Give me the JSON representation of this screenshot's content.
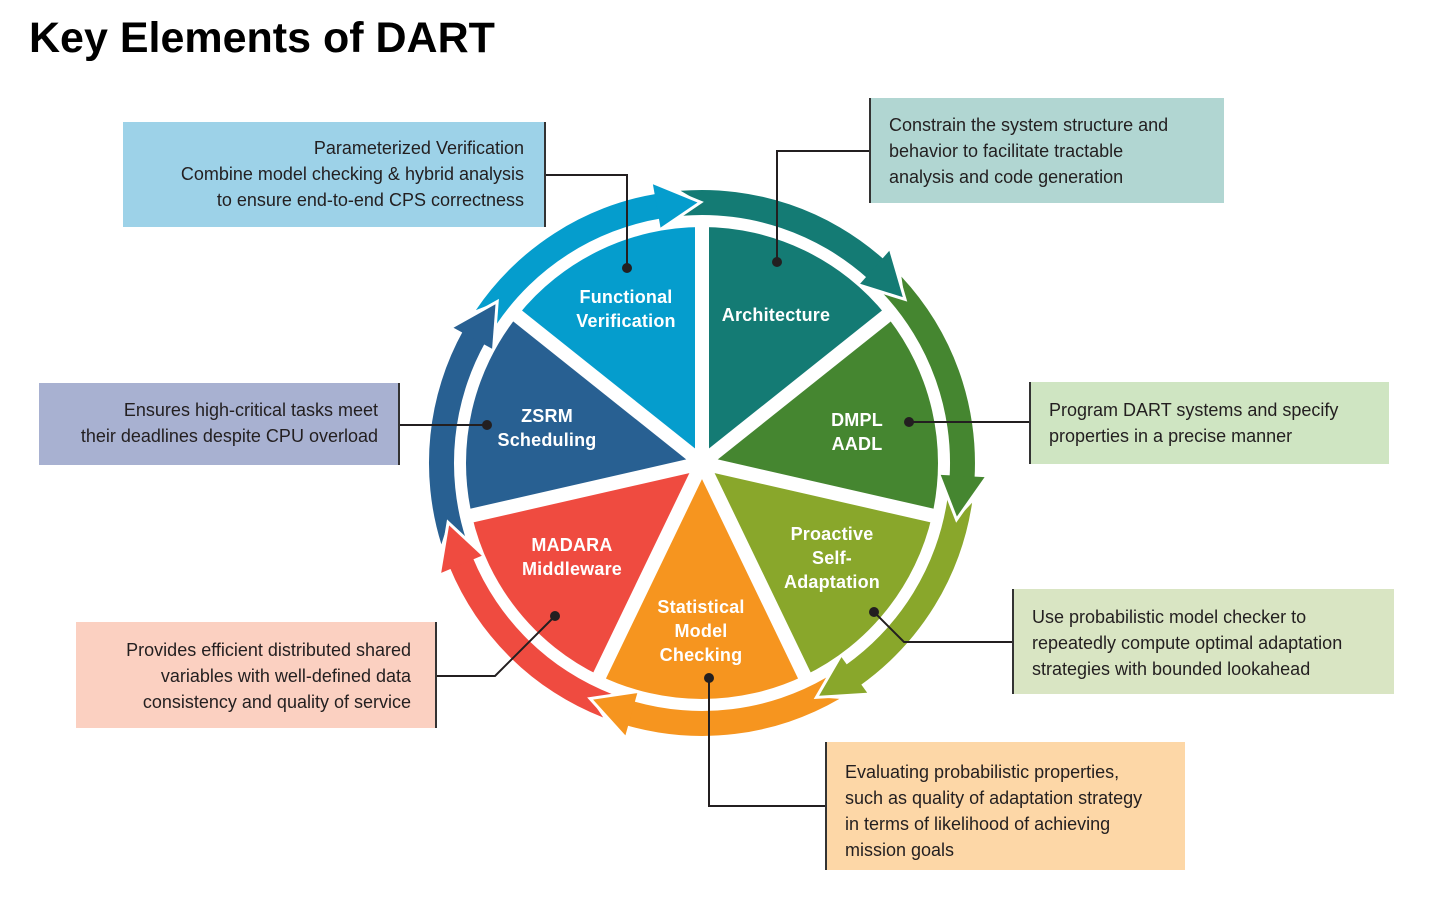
{
  "title": "Key Elements of DART",
  "elements": [
    {
      "key": "architecture",
      "label": [
        "Architecture"
      ],
      "color": "#147b74",
      "callout": {
        "lines": [
          "Constrain the system structure and",
          "behavior to facilitate tractable",
          "analysis and code generation"
        ],
        "color": "#b1d6d2"
      }
    },
    {
      "key": "dmpl-aadl",
      "label": [
        "DMPL",
        "AADL"
      ],
      "color": "#458630",
      "callout": {
        "lines": [
          "Program DART systems and specify",
          "properties in a precise manner"
        ],
        "color": "#cfe5c2"
      }
    },
    {
      "key": "proactive-self-adaptation",
      "label": [
        "Proactive",
        "Self-",
        "Adaptation"
      ],
      "color": "#89a72b",
      "callout": {
        "lines": [
          "Use probabilistic model checker to",
          "repeatedly compute optimal adaptation",
          "strategies with bounded lookahead"
        ],
        "color": "#d9e5c3"
      }
    },
    {
      "key": "statistical-model-checking",
      "label": [
        "Statistical",
        "Model",
        "Checking"
      ],
      "color": "#f6951f",
      "callout": {
        "lines": [
          "Evaluating probabilistic properties,",
          "such as quality of adaptation strategy",
          "in terms of likelihood of achieving",
          "mission goals"
        ],
        "color": "#fdd7a7"
      }
    },
    {
      "key": "madara-middleware",
      "label": [
        "MADARA",
        "Middleware"
      ],
      "color": "#ef4b40",
      "callout": {
        "lines": [
          "Provides efficient distributed shared",
          "variables with well-defined data",
          "consistency and quality of service"
        ],
        "color": "#fbd0c1"
      }
    },
    {
      "key": "zsrm-scheduling",
      "label": [
        "ZSRM",
        "Scheduling"
      ],
      "color": "#286092",
      "callout": {
        "lines": [
          "Ensures high-critical tasks meet",
          "their deadlines despite CPU overload"
        ],
        "color": "#a8b1d1"
      }
    },
    {
      "key": "functional-verification",
      "label": [
        "Functional",
        "Verification"
      ],
      "color": "#059dcd",
      "callout": {
        "lines": [
          "Parameterized Verification",
          "Combine model checking & hybrid analysis",
          "to ensure end-to-end CPS correctness"
        ],
        "color": "#9dd2e8"
      }
    }
  ]
}
